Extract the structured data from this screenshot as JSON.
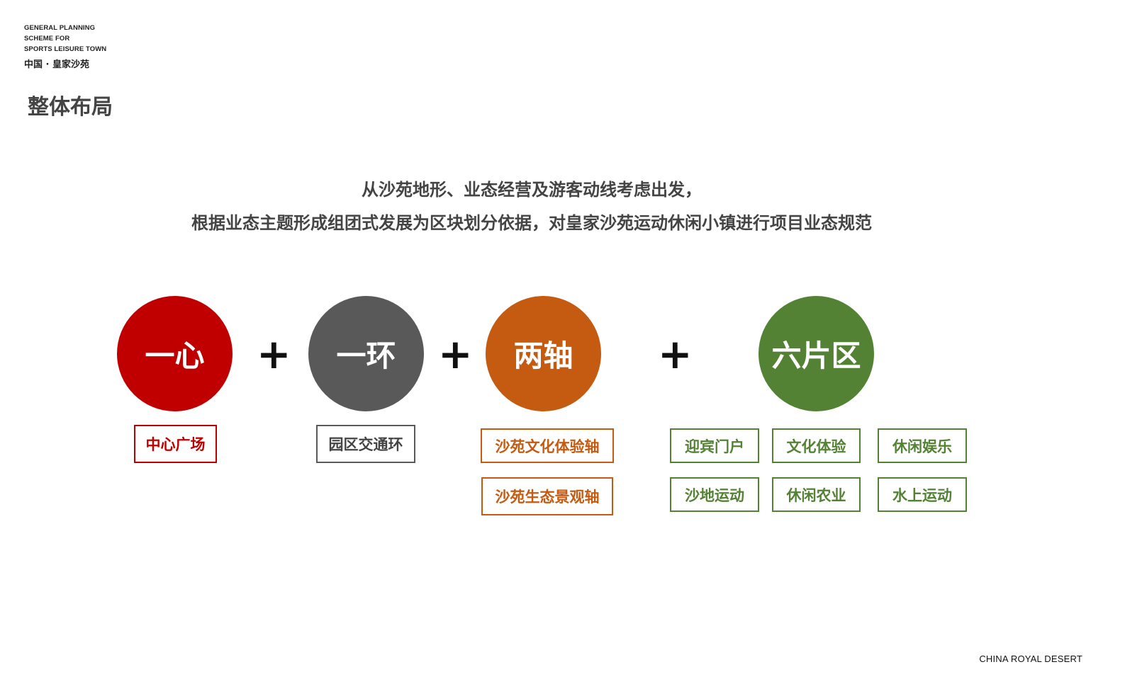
{
  "brand": {
    "en_line1": "GENERAL PLANNING",
    "en_line2": "SCHEME FOR",
    "en_line3": "SPORTS LEISURE TOWN",
    "cn": "中国 · 皇家沙苑"
  },
  "page_title": "整体布局",
  "intro": {
    "line1": "从沙苑地形、业态经营及游客动线考虑出发，",
    "line2": "根据业态主题形成组团式发展为区块划分依据，对皇家沙苑运动休闲小镇进行项目业态规范"
  },
  "colors": {
    "red": "#c00000",
    "gray": "#595959",
    "orange": "#c55a11",
    "green": "#548235"
  },
  "plus_sign": "+",
  "groups": [
    {
      "title": "一心",
      "tags": [
        "中心广场"
      ]
    },
    {
      "title": "一环",
      "tags": [
        "园区交通环"
      ]
    },
    {
      "title": "两轴",
      "tags": [
        "沙苑文化体验轴",
        "沙苑生态景观轴"
      ]
    },
    {
      "title": "六片区",
      "tags": [
        "迎宾门户",
        "文化体验",
        "休闲娱乐",
        "沙地运动",
        "休闲农业",
        "水上运动"
      ]
    }
  ],
  "footer": "CHINA ROYAL DESERT"
}
